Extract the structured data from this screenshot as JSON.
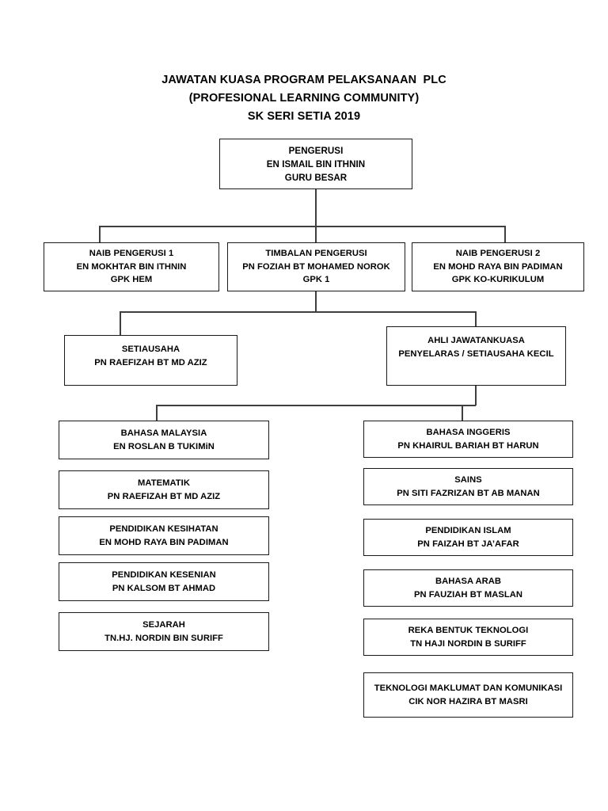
{
  "document": {
    "title_lines": [
      "JAWATAN KUASA PROGRAM PELAKSANAAN  PLC",
      "(PROFESIONAL LEARNING COMMUNITY)",
      "SK SERI SETIA 2019"
    ]
  },
  "chart_colors": {
    "box_border": "#1a1a1a",
    "connector": "#3f3f3f",
    "background": "#ffffff",
    "text": "#000000"
  },
  "org": {
    "chairman": {
      "role": "PENGERUSI",
      "name": "EN ISMAIL BIN ITHNIN",
      "position": "GURU BESAR"
    },
    "deputies": [
      {
        "role": "NAIB PENGERUSI 1",
        "name": "EN MOKHTAR BIN ITHNIN",
        "position": "GPK HEM"
      },
      {
        "role": "TIMBALAN PENGERUSI",
        "name": "PN FOZIAH BT MOHAMED NOROK",
        "position": "GPK 1"
      },
      {
        "role": "NAIB PENGERUSI 2",
        "name": "EN MOHD RAYA BIN PADIMAN",
        "position": "GPK KO-KURIKULUM"
      }
    ],
    "secretary": {
      "role": "SETIAUSAHA",
      "name": "PN RAEFIZAH BT MD AZIZ"
    },
    "committee": {
      "line1": "AHLI JAWATANKUASA",
      "line2": "PENYELARAS / SETIAUSAHA KECIL"
    },
    "subjects_left": [
      {
        "subject": "BAHASA MALAYSIA",
        "name": "EN ROSLAN B TUKIMiN"
      },
      {
        "subject": "MATEMATIK",
        "name": "PN RAEFIZAH BT MD AZIZ"
      },
      {
        "subject": "PENDIDIKAN KESIHATAN",
        "name": "EN MOHD RAYA BIN PADIMAN"
      },
      {
        "subject": "PENDIDIKAN KESENIAN",
        "name": "PN KALSOM BT AHMAD"
      },
      {
        "subject": "SEJARAH",
        "name": "TN.HJ. NORDIN BIN SURIFF"
      }
    ],
    "subjects_right": [
      {
        "subject": "BAHASA INGGERIS",
        "name": "PN KHAIRUL BARIAH BT HARUN"
      },
      {
        "subject": "SAINS",
        "name": "PN SITI FAZRIZAN BT AB MANAN"
      },
      {
        "subject": "PENDIDIKAN ISLAM",
        "name": "PN FAIZAH BT JA’AFAR"
      },
      {
        "subject": "BAHASA ARAB",
        "name": "PN FAUZIAH BT MASLAN"
      },
      {
        "subject": "REKA BENTUK TEKNOLOGI",
        "name": "TN HAJI NORDIN B SURIFF"
      },
      {
        "subject": "TEKNOLOGI MAKLUMAT DAN KOMUNIKASI",
        "name": "CIK NOR HAZIRA BT MASRI"
      }
    ]
  }
}
